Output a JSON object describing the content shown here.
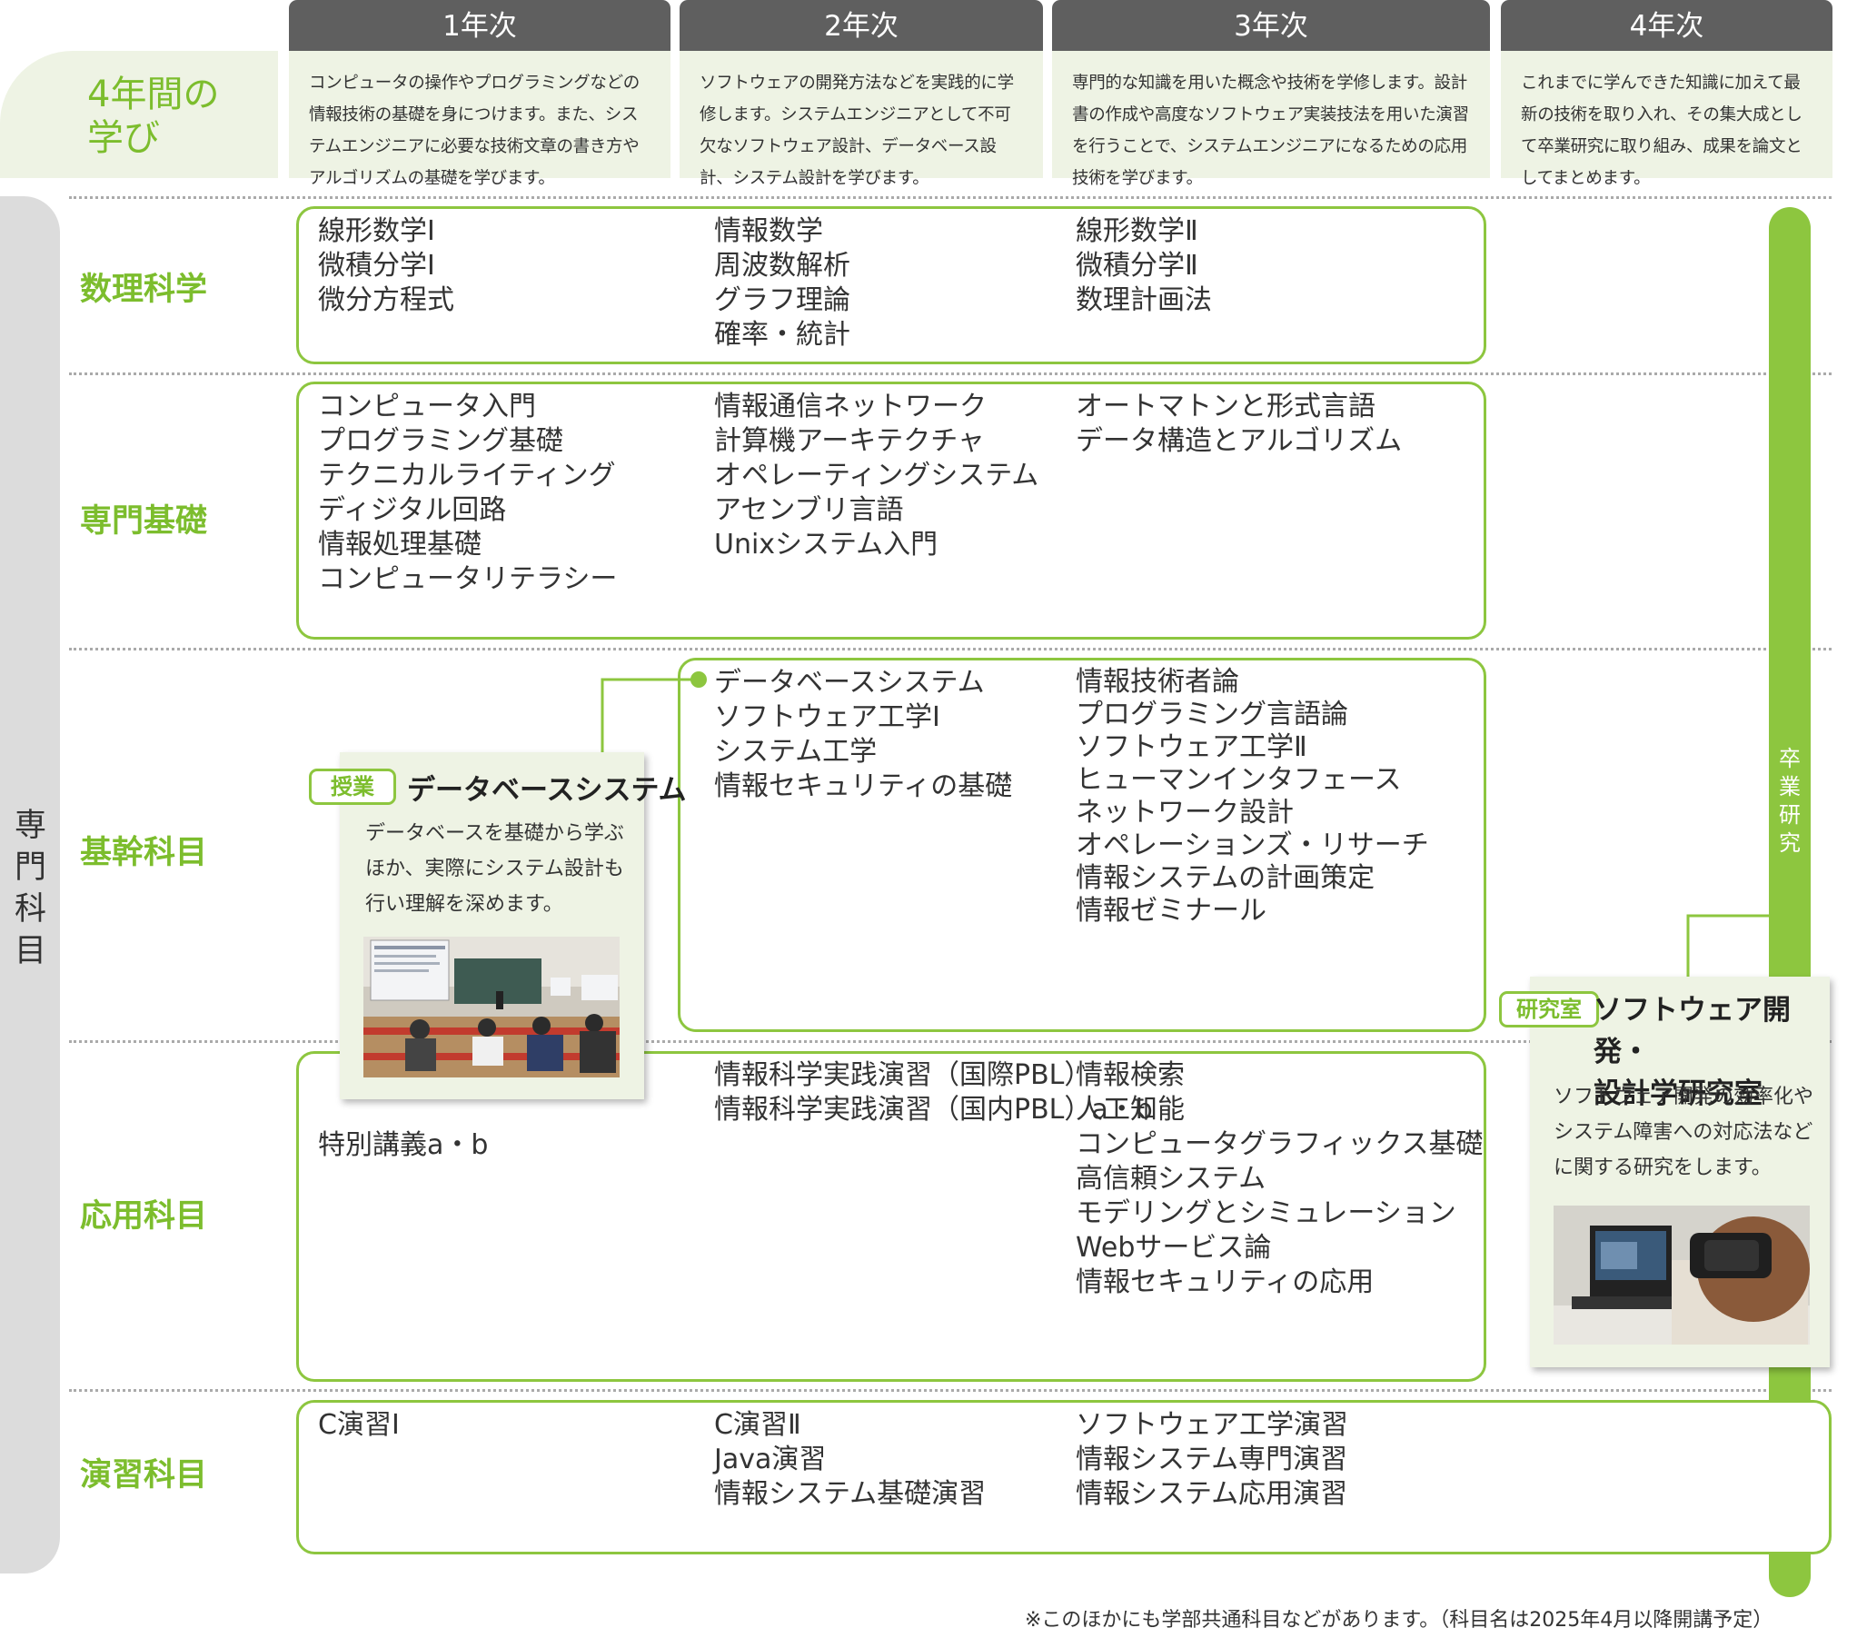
{
  "years": [
    {
      "label": "1年次",
      "desc": "コンピュータの操作やプログラミングなどの情報技術の基礎を身につけます。また、システムエンジニアに必要な技術文章の書き方やアルゴリズムの基礎を学びます。"
    },
    {
      "label": "2年次",
      "desc": "ソフトウェアの開発方法などを実践的に学修します。システムエンジニアとして不可欠なソフトウェア設計、データベース設計、システム設計を学びます。"
    },
    {
      "label": "3年次",
      "desc": "専門的な知識を用いた概念や技術を学修します。設計書の作成や高度なソフトウェア実装技法を用いた演習を行うことで、システムエンジニアになるための応用技術を学びます。"
    },
    {
      "label": "4年次",
      "desc": "これまでに学んできた知識に加えて最新の技術を取り入れ、その集大成として卒業研究に取り組み、成果を論文としてまとめます。"
    }
  ],
  "intro_label": "4年間の学び",
  "side_label": "専門科目",
  "graduation_label": "卒業研究",
  "categories": {
    "math": {
      "name": "数理科学",
      "y1": "線形数学Ⅰ\n微積分学Ⅰ\n微分方程式",
      "y2": "情報数学\n周波数解析\nグラフ理論\n確率・統計",
      "y3": "線形数学Ⅱ\n微積分学Ⅱ\n数理計画法"
    },
    "basic": {
      "name": "専門基礎",
      "y1": "コンピュータ入門\nプログラミング基礎\nテクニカルライティング\nディジタル回路\n情報処理基礎\nコンピュータリテラシー",
      "y2": "情報通信ネットワーク\n計算機アーキテクチャ\nオペレーティングシステム\nアセンブリ言語\nUnixシステム入門",
      "y3": "オートマトンと形式言語\nデータ構造とアルゴリズム"
    },
    "core": {
      "name": "基幹科目",
      "y2": "データベースシステム\nソフトウェア工学Ⅰ\nシステム工学\n情報セキュリティの基礎",
      "y3": "情報技術者論\nプログラミング言語論\nソフトウェア工学Ⅱ\nヒューマンインタフェース\nネットワーク設計\nオペレーションズ・リサーチ\n情報システムの計画策定\n情報ゼミナール"
    },
    "applied": {
      "name": "応用科目",
      "y1": "特別講義a・b",
      "y2": "情報科学実践演習（国際PBL）\n情報科学実践演習（国内PBL）a・b",
      "y3": "情報検索\n人工知能\nコンピュータグラフィックス基礎\n高信頼システム\nモデリングとシミュレーション\nWebサービス論\n情報セキュリティの応用"
    },
    "practice": {
      "name": "演習科目",
      "y1": "C演習Ⅰ",
      "y2": "C演習Ⅱ\nJava演習\n情報システム基礎演習",
      "y3": "ソフトウェア工学演習\n情報システム専門演習\n情報システム応用演習"
    }
  },
  "class_card": {
    "tag": "授業",
    "title": "データベースシステム",
    "desc": "データベースを基礎から学ぶほか、実際にシステム設計も行い理解を深めます。"
  },
  "lab_card": {
    "tag": "研究室",
    "title": "ソフトウェア開発・\n設計学研究室",
    "desc": "ソフトウェア開発の効率化やシステム障害への対応法などに関する研究をします。"
  },
  "footnote": "※このほかにも学部共通科目などがあります。（科目名は2025年4月以降開講予定）",
  "colors": {
    "accent": "#8dc63f",
    "accent_text": "#7cbd2d",
    "header_bg": "#5f5f5f",
    "pale_green": "#eef3e4",
    "side_grey": "#dcdcdc"
  }
}
